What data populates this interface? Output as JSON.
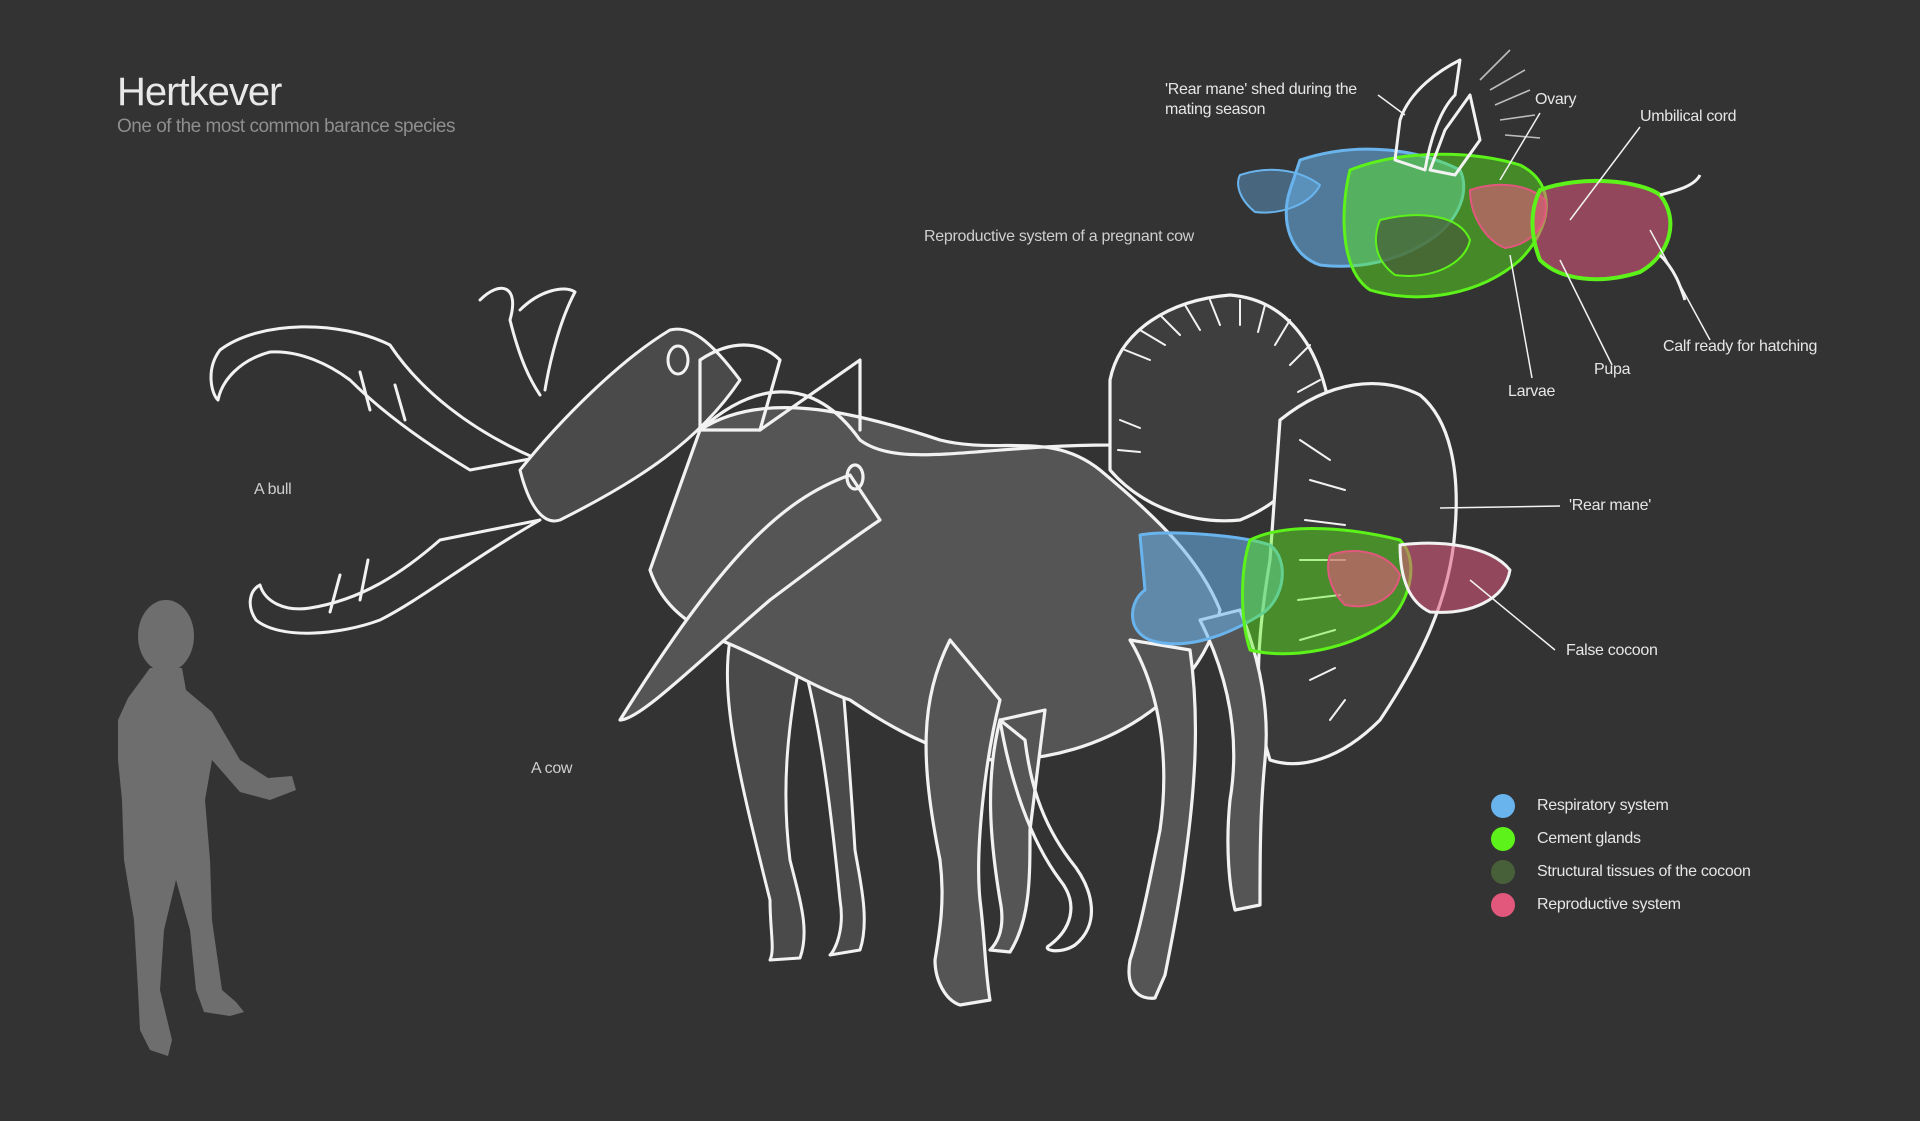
{
  "header": {
    "title": "Hertkever",
    "subtitle": "One of the most common barance species"
  },
  "labels": {
    "bull": "A bull",
    "cow": "A cow",
    "repro_system": "Reproductive system of a pregnant cow",
    "rear_mane_shed": "'Rear mane' shed during the mating season",
    "ovary": "Ovary",
    "umbilical_cord": "Umbilical cord",
    "calf_ready": "Calf ready for hatching",
    "pupa": "Pupa",
    "larvae": "Larvae",
    "rear_mane": "'Rear mane'",
    "false_cocoon": "False cocoon"
  },
  "legend": [
    {
      "label": "Respiratory system",
      "color": "#6ab4ee"
    },
    {
      "label": "Cement glands",
      "color": "#5cf21a"
    },
    {
      "label": "Structural tissues of the cocoon",
      "color": "#48603a"
    },
    {
      "label": "Reproductive system",
      "color": "#e2587d"
    }
  ],
  "colors": {
    "background": "#333333",
    "outline": "#f2f2f2",
    "body_fill": "#555555",
    "human_silhouette": "#6e6e6e"
  }
}
